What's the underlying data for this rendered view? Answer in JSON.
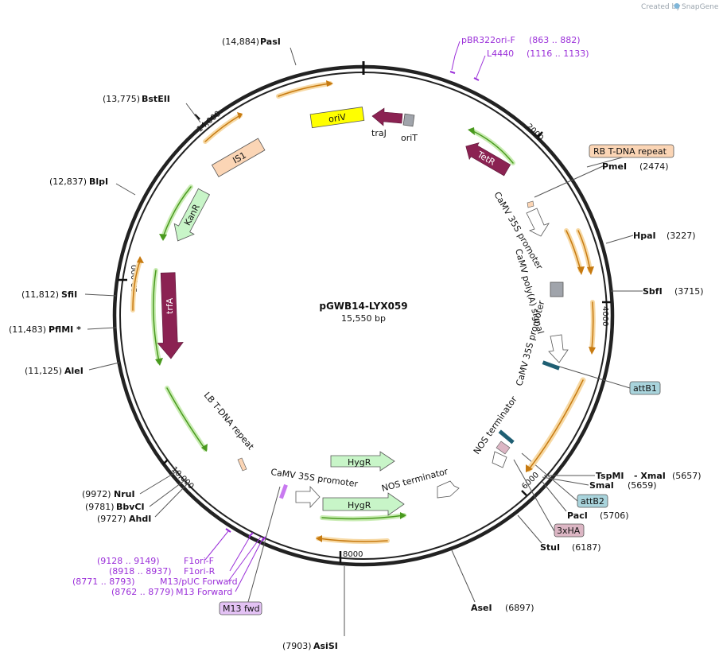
{
  "watermark": {
    "prefix": "Created by",
    "brand": "SnapGene"
  },
  "plasmid": {
    "name": "pGWB14-LYX059",
    "length": "15,550 bp"
  },
  "ticks": [
    "2000",
    "4000",
    "6000",
    "8000",
    "10,000",
    "12,000",
    "14,000"
  ],
  "enzymes": [
    {
      "name": "PasI",
      "pos": "(14,884)"
    },
    {
      "name": "BstEII",
      "pos": "(13,775)"
    },
    {
      "name": "BlpI",
      "pos": "(12,837)"
    },
    {
      "name": "SfiI",
      "pos": "(11,812)"
    },
    {
      "name": "PflMI *",
      "pos": "(11,483)"
    },
    {
      "name": "AleI",
      "pos": "(11,125)"
    },
    {
      "name": "NruI",
      "pos": "(9972)"
    },
    {
      "name": "BbvCI",
      "pos": "(9781)"
    },
    {
      "name": "AhdI",
      "pos": "(9727)"
    },
    {
      "name": "AsiSI",
      "pos": "(7903)"
    },
    {
      "name": "AseI",
      "pos": "(6897)"
    },
    {
      "name": "StuI",
      "pos": "(6187)"
    },
    {
      "name": "PacI",
      "pos": "(5706)"
    },
    {
      "name": "SmaI",
      "pos": "(5659)"
    },
    {
      "name": "TspMI",
      "pos": ""
    },
    {
      "name": "- XmaI",
      "pos": "(5657)"
    },
    {
      "name": "SbfI",
      "pos": "(3715)"
    },
    {
      "name": "HpaI",
      "pos": "(3227)"
    },
    {
      "name": "PmeI",
      "pos": "(2474)"
    }
  ],
  "primers": [
    {
      "name": "pBR322ori-F",
      "range": "(863 .. 882)"
    },
    {
      "name": "L4440",
      "range": "(1116 .. 1133)"
    },
    {
      "name": "F1ori-F",
      "range": "(9128 .. 9149)"
    },
    {
      "name": "F1ori-R",
      "range": "(8918 .. 8937)"
    },
    {
      "name": "M13/pUC Forward",
      "range": "(8771 .. 8793)"
    },
    {
      "name": "M13 Forward",
      "range": "(8762 .. 8779)"
    }
  ],
  "boxed_features": [
    "RB T-DNA repeat",
    "attB1",
    "attB2",
    "3xHA",
    "M13 fwd"
  ],
  "features": {
    "oriV": "oriV",
    "traJ": "traJ",
    "oriT": "oriT",
    "TetR": "TetR",
    "IS1": "IS1",
    "KanR": "KanR",
    "trfA": "trfA",
    "HygR_top": "HygR",
    "HygR_bottom": "HygR",
    "promoter1": "CaMV 35S promoter",
    "polyA": "CaMV poly(A) signal",
    "promoter2": "CaMV 35S promoter",
    "nos1": "NOS terminator",
    "lb": "LB T-DNA repeat",
    "promoter3": "CaMV 35S promoter",
    "nos2": "NOS terminator"
  },
  "colors": {
    "backbone": "#222222",
    "primer": "#9b30d9",
    "orf": "#f0a030",
    "green_orf": "#7bc043",
    "maroon": "#8b2252",
    "yellow": "#ffff00",
    "peach": "#fbd5b5",
    "lightgreen": "#c8f5c8",
    "attB": "#a9d4dc",
    "ha": "#dcb6c4"
  }
}
